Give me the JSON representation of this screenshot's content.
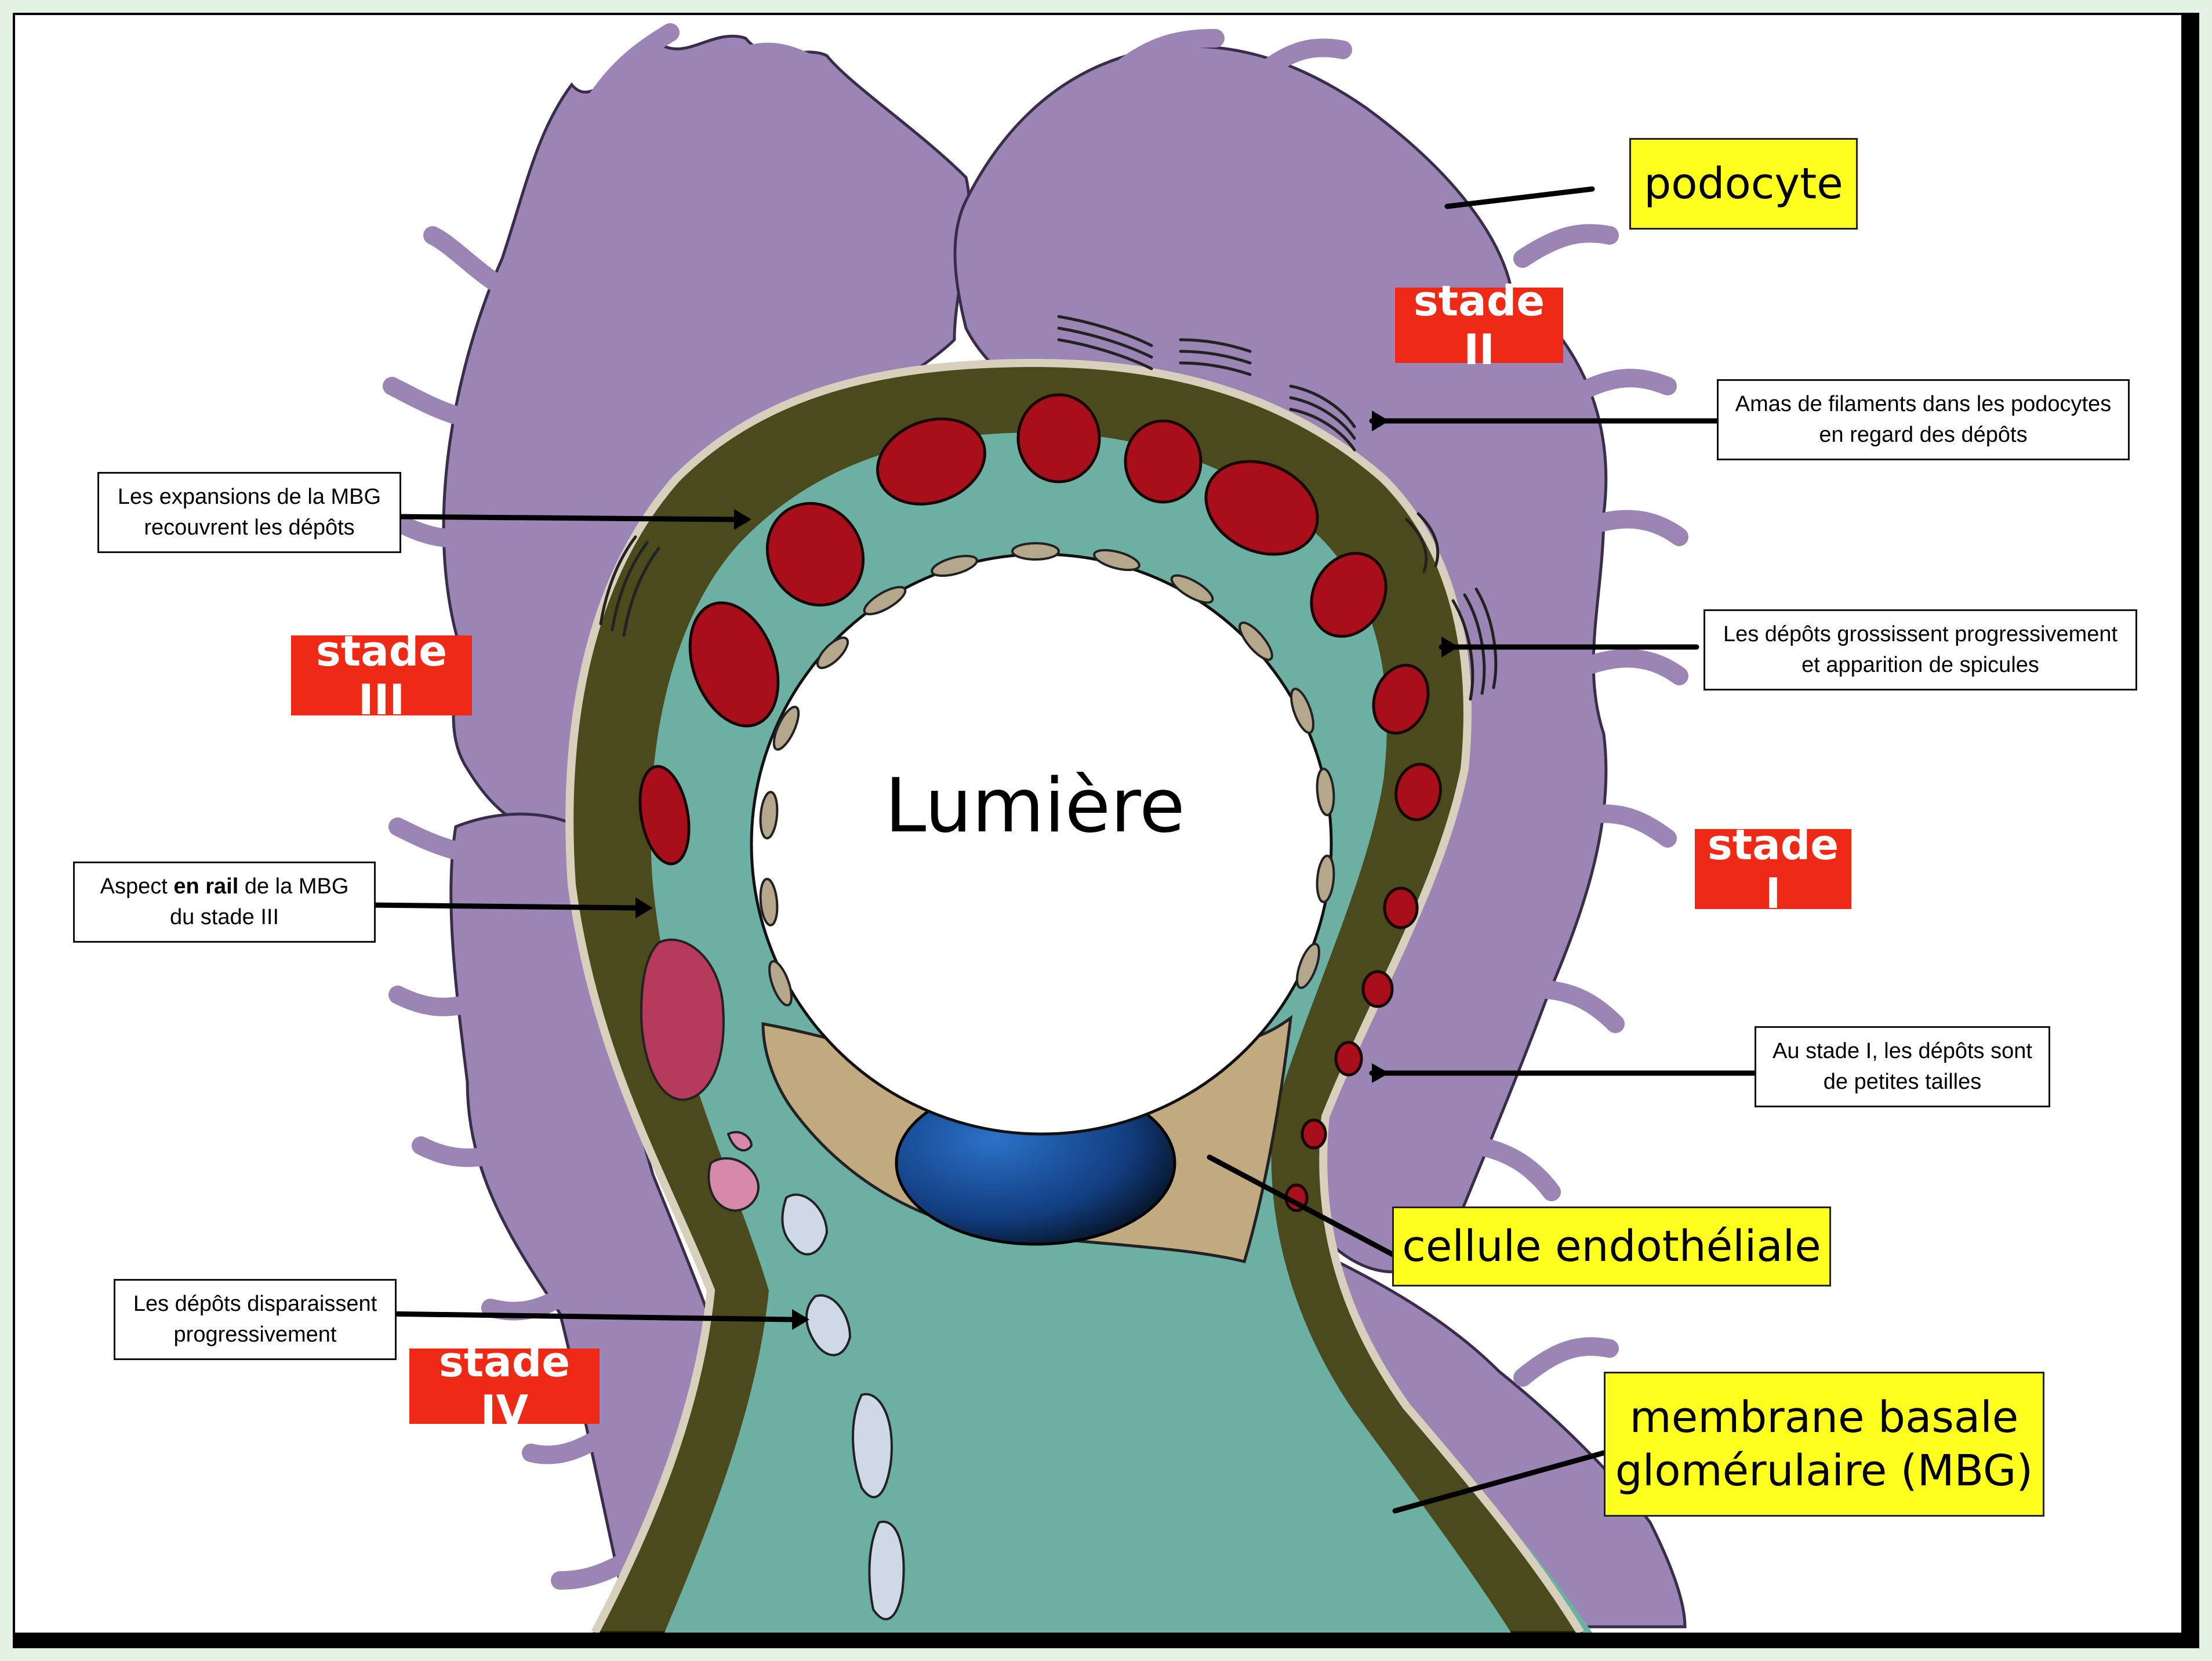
{
  "title": "Lumière",
  "labels": {
    "podocyte": "podocyte",
    "cellule": "cellule endothéliale",
    "mbg_line1": "membrane basale",
    "mbg_line2": "glomérulaire (MBG)"
  },
  "stages": {
    "s1": "stade I",
    "s2": "stade II",
    "s3": "stade III",
    "s4": "stade IV"
  },
  "notes": {
    "amas": [
      "Amas de filaments dans les podocytes",
      "en regard des dépôts"
    ],
    "grossissent": [
      "Les dépôts grossissent progressivement",
      "et apparition de spicules"
    ],
    "petites": [
      "Au stade I, les dépôts sont",
      "de petites tailles"
    ],
    "expansions": [
      "Les expansions de la MBG",
      "recouvrent les dépôts"
    ],
    "rail": {
      "pre": "Aspect ",
      "bold": "en rail",
      "post": " de la MBG",
      "line2": "du stade III"
    },
    "disparaissent": [
      "Les dépôts disparaissent",
      "progressivement"
    ]
  },
  "colors": {
    "podocyte": "#9a85b5",
    "gbm": "#4a4a1c",
    "deposit": "#a80f1a",
    "endothelial": "#c1aa80",
    "nucleus": "#1a4f9a",
    "highlight": "#ffff1f",
    "stage": "#ee2a17"
  }
}
